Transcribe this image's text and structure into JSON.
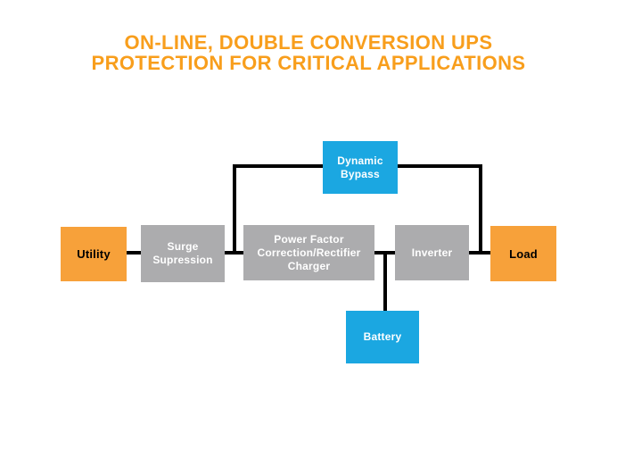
{
  "title": {
    "line1": "ON-LINE, DOUBLE CONVERSION UPS",
    "line2": "PROTECTION FOR CRITICAL APPLICATIONS"
  },
  "colors": {
    "title_orange": "#F89E1C",
    "box_orange": "#F7A13A",
    "box_blue": "#1BA7E1",
    "box_gray": "#ACACAE",
    "connector_black": "#000000",
    "background": "#FFFFFF"
  },
  "nodes": {
    "utility": {
      "label": "Utility"
    },
    "surge": {
      "label": "Surge\nSupression"
    },
    "pfc": {
      "label": "Power Factor\nCorrection/Rectifier\nCharger"
    },
    "inverter": {
      "label": "Inverter"
    },
    "load": {
      "label": "Load"
    },
    "bypass": {
      "label": "Dynamic\nBypass"
    },
    "battery": {
      "label": "Battery"
    }
  },
  "edges": [
    {
      "from": "utility",
      "to": "surge"
    },
    {
      "from": "surge",
      "to": "pfc"
    },
    {
      "from": "pfc",
      "to": "inverter"
    },
    {
      "from": "inverter",
      "to": "load"
    },
    {
      "from": "surge-pfc-junction",
      "to": "bypass"
    },
    {
      "from": "bypass",
      "to": "inverter-load-junction"
    },
    {
      "from": "pfc-inverter-junction",
      "to": "battery"
    }
  ]
}
